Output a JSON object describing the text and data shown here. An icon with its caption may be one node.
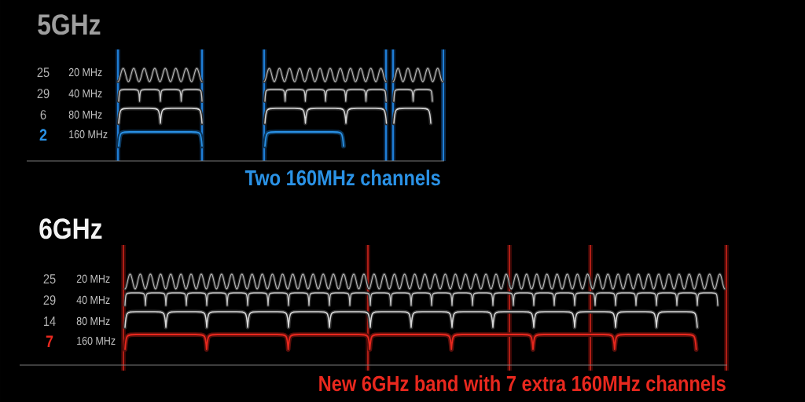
{
  "diagram": {
    "labels": [
      "5GHz",
      "25",
      "20 MHz",
      "29",
      "40 MHz",
      "6",
      "80 MHz",
      "2",
      "160 MHz",
      "Two 160MHz channels",
      "6GHz",
      "25",
      "20 MHz",
      "29",
      "40 MHz",
      "14",
      "80 MHz",
      "7",
      "160 MHz",
      "New 6GHz band with 7 extra 160MHz channels"
    ]
  }
}
